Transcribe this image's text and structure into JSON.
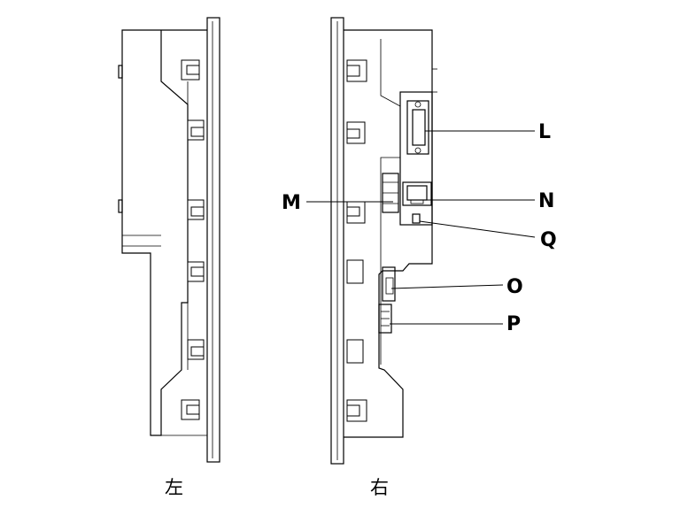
{
  "views": [
    {
      "id": "left",
      "caption": "左"
    },
    {
      "id": "right",
      "caption": "右"
    }
  ],
  "callouts": [
    "L",
    "M",
    "N",
    "Q",
    "O",
    "P"
  ]
}
